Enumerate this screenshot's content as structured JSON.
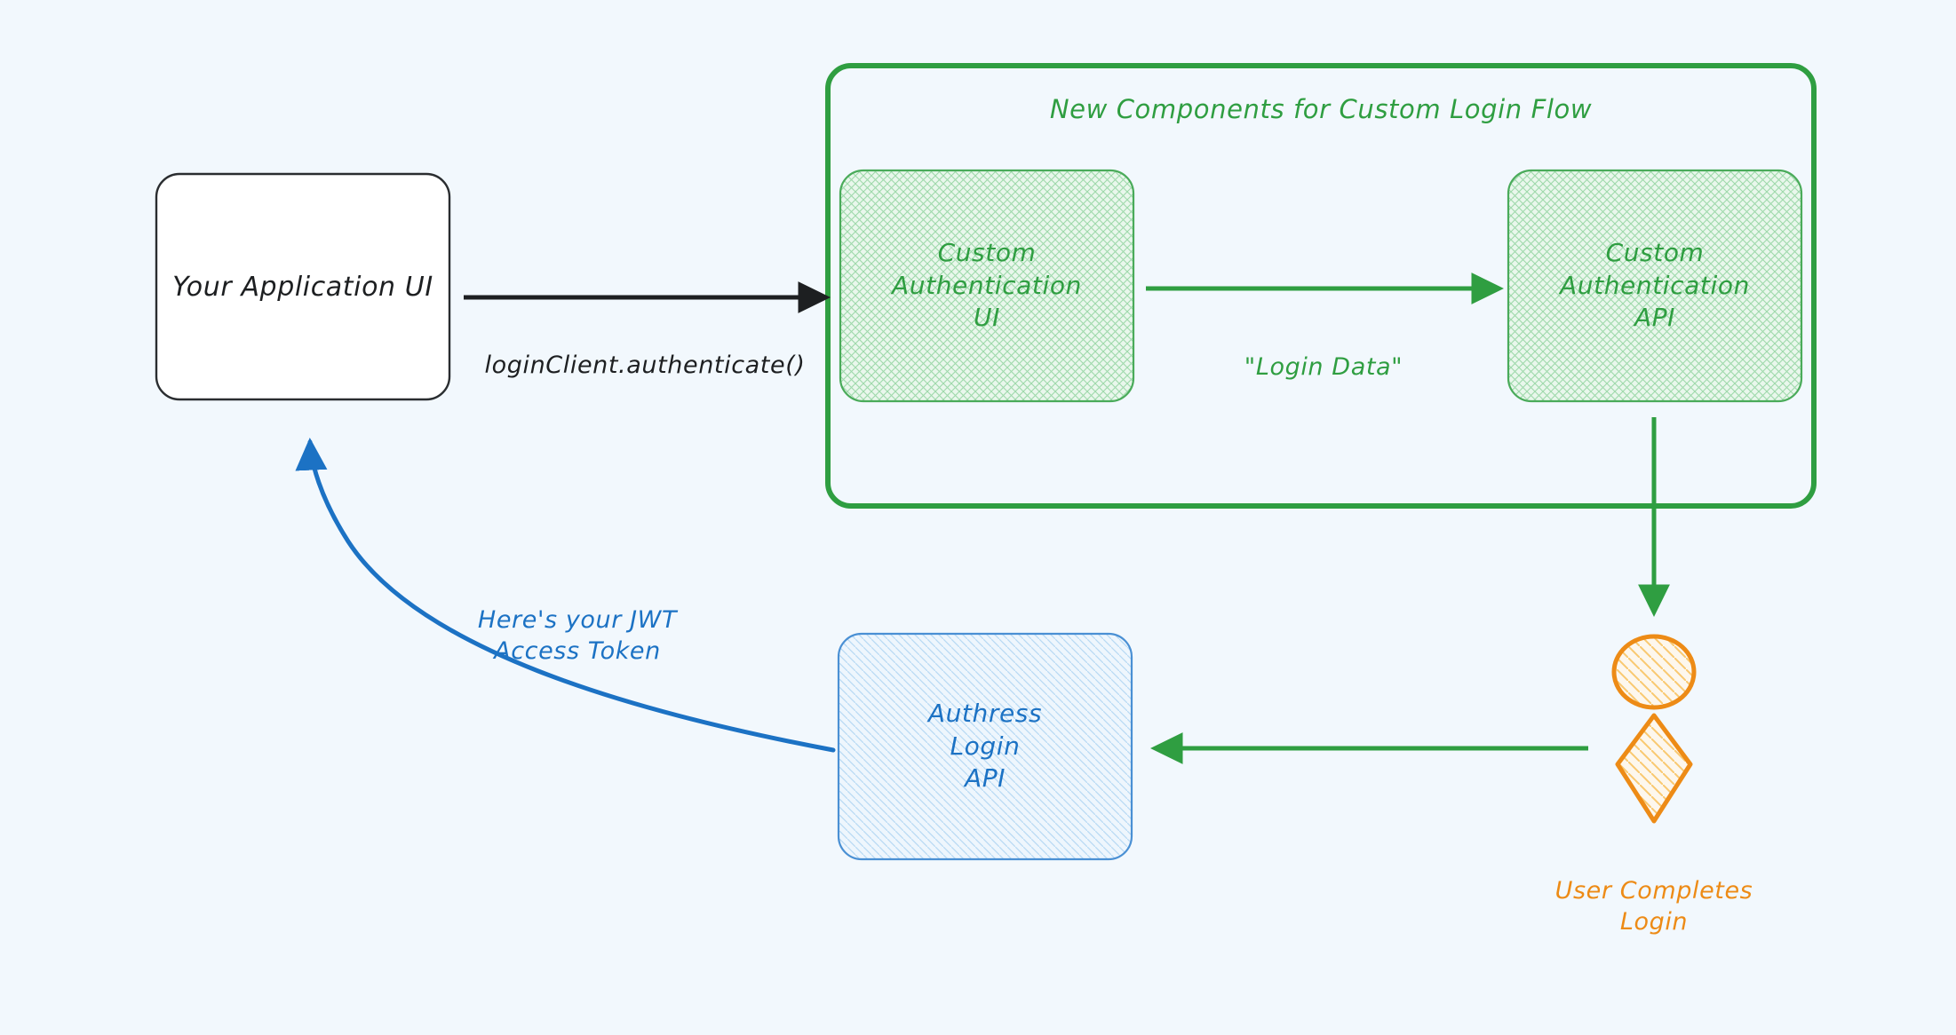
{
  "diagram": {
    "title_visible": false,
    "background_color": "#f2f8fd",
    "colors": {
      "black": "#1d1f21",
      "green": "#2f9e41",
      "green_fill": "#dff2e3",
      "blue": "#1c72c4",
      "blue_fill": "#e9f3fc",
      "orange": "#ed8b16",
      "orange_fill": "#fde9c8"
    }
  },
  "group": {
    "title": "New Components for Custom Login Flow",
    "color": "#2f9e41"
  },
  "nodes": {
    "app_ui": {
      "label": "Your Application UI",
      "color": "#1d1f21",
      "fill": "#ffffff"
    },
    "custom_auth_ui": {
      "lines": [
        "Custom",
        "Authentication",
        "UI"
      ],
      "color": "#2f9e41",
      "fill": "#dff2e3"
    },
    "custom_auth_api": {
      "lines": [
        "Custom",
        "Authentication",
        "API"
      ],
      "color": "#2f9e41",
      "fill": "#dff2e3"
    },
    "authress_login_api": {
      "lines": [
        "Authress",
        "Login",
        "API"
      ],
      "color": "#1c72c4",
      "fill": "#e9f3fc"
    },
    "user_actor": {
      "label": "User Completes\nLogin",
      "color": "#ed8b16",
      "shape": "actor"
    }
  },
  "edges": {
    "authenticate": {
      "label": "loginClient.authenticate()",
      "color": "#1d1f21",
      "from": "app_ui",
      "to": "custom_auth_ui"
    },
    "login_data": {
      "label": "\"Login Data\"",
      "color": "#2f9e41",
      "from": "custom_auth_ui",
      "to": "custom_auth_api"
    },
    "api_to_user": {
      "label": "",
      "color": "#2f9e41",
      "from": "custom_auth_api",
      "to": "user_actor"
    },
    "user_to_authress": {
      "label": "",
      "color": "#2f9e41",
      "from": "user_actor",
      "to": "authress_login_api"
    },
    "jwt_token": {
      "label": "Here's your JWT\nAccess Token",
      "color": "#1c72c4",
      "from": "authress_login_api",
      "to": "app_ui"
    }
  }
}
